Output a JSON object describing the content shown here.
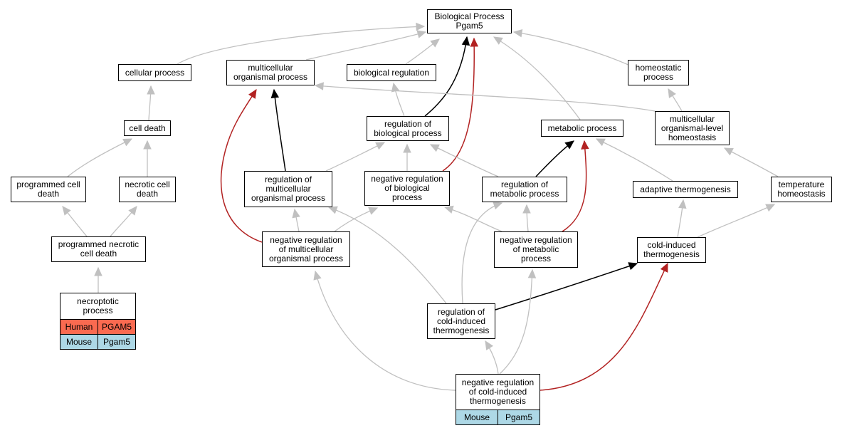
{
  "colors": {
    "edge_gray": "#c0c0c0",
    "edge_black": "#000000",
    "edge_red": "#b22222",
    "human_fill": "#fa6a50",
    "mouse_fill": "#add8e6"
  },
  "nodes": {
    "bio_process": "Biological Process\nPgam5",
    "cellular_process": "cellular process",
    "multicellular_organismal_process": "multicellular\norganismal process",
    "biological_regulation": "biological regulation",
    "homeostatic_process": "homeostatic\nprocess",
    "cell_death": "cell death",
    "regulation_of_biological_process": "regulation of\nbiological process",
    "metabolic_process": "metabolic process",
    "multicellular_organismal_level_homeostasis": "multicellular\norganismal-level\nhomeostasis",
    "programmed_cell_death": "programmed cell\ndeath",
    "necrotic_cell_death": "necrotic cell\ndeath",
    "regulation_of_multicellular_organismal_process": "regulation of\nmulticellular\norganismal process",
    "negative_regulation_of_biological_process": "negative regulation\nof biological\nprocess",
    "regulation_of_metabolic_process": "regulation of\nmetabolic process",
    "adaptive_thermogenesis": "adaptive thermogenesis",
    "temperature_homeostasis": "temperature\nhomeostasis",
    "programmed_necrotic_cell_death": "programmed necrotic\ncell death",
    "negative_regulation_of_multicellular_organismal_process": "negative regulation\nof multicellular\norganismal process",
    "negative_regulation_of_metabolic_process": "negative regulation\nof metabolic\nprocess",
    "cold_induced_thermogenesis": "cold-induced\nthermogenesis",
    "regulation_of_cold_induced_thermogenesis": "regulation of\ncold-induced\nthermogenesis"
  },
  "tables": {
    "necroptotic_process": {
      "title": "necroptotic\nprocess",
      "rows": [
        {
          "species": "Human",
          "gene": "PGAM5",
          "kind": "human"
        },
        {
          "species": "Mouse",
          "gene": "Pgam5",
          "kind": "mouse"
        }
      ]
    },
    "negative_regulation_of_cold_induced_thermogenesis": {
      "title": "negative regulation\nof cold-induced\nthermogenesis",
      "rows": [
        {
          "species": "Mouse",
          "gene": "Pgam5",
          "kind": "mouse"
        }
      ]
    }
  },
  "edges": [
    {
      "from": "cellular_process",
      "to": "bio_process",
      "color": "gray"
    },
    {
      "from": "multicellular_organismal_process",
      "to": "bio_process",
      "color": "gray"
    },
    {
      "from": "biological_regulation",
      "to": "bio_process",
      "color": "gray"
    },
    {
      "from": "homeostatic_process",
      "to": "bio_process",
      "color": "gray"
    },
    {
      "from": "metabolic_process",
      "to": "bio_process",
      "color": "gray"
    },
    {
      "from": "regulation_of_biological_process",
      "to": "bio_process",
      "color": "black"
    },
    {
      "from": "negative_regulation_of_biological_process",
      "to": "bio_process",
      "color": "red"
    },
    {
      "from": "cell_death",
      "to": "cellular_process",
      "color": "gray"
    },
    {
      "from": "programmed_cell_death",
      "to": "cell_death",
      "color": "gray"
    },
    {
      "from": "necrotic_cell_death",
      "to": "cell_death",
      "color": "gray"
    },
    {
      "from": "programmed_necrotic_cell_death",
      "to": "programmed_cell_death",
      "color": "gray"
    },
    {
      "from": "programmed_necrotic_cell_death",
      "to": "necrotic_cell_death",
      "color": "gray"
    },
    {
      "from": "necroptotic_process",
      "to": "programmed_necrotic_cell_death",
      "color": "gray"
    },
    {
      "from": "regulation_of_biological_process",
      "to": "biological_regulation",
      "color": "gray"
    },
    {
      "from": "multicellular_organismal_level_homeostasis",
      "to": "homeostatic_process",
      "color": "gray"
    },
    {
      "from": "multicellular_organismal_level_homeostasis",
      "to": "multicellular_organismal_process",
      "color": "gray"
    },
    {
      "from": "regulation_of_multicellular_organismal_process",
      "to": "multicellular_organismal_process",
      "color": "black"
    },
    {
      "from": "negative_regulation_of_multicellular_organismal_process",
      "to": "multicellular_organismal_process",
      "color": "red"
    },
    {
      "from": "regulation_of_multicellular_organismal_process",
      "to": "regulation_of_biological_process",
      "color": "gray"
    },
    {
      "from": "negative_regulation_of_biological_process",
      "to": "regulation_of_biological_process",
      "color": "gray"
    },
    {
      "from": "regulation_of_metabolic_process",
      "to": "regulation_of_biological_process",
      "color": "gray"
    },
    {
      "from": "regulation_of_metabolic_process",
      "to": "metabolic_process",
      "color": "black"
    },
    {
      "from": "negative_regulation_of_metabolic_process",
      "to": "metabolic_process",
      "color": "red"
    },
    {
      "from": "adaptive_thermogenesis",
      "to": "metabolic_process",
      "color": "gray"
    },
    {
      "from": "temperature_homeostasis",
      "to": "multicellular_organismal_level_homeostasis",
      "color": "gray"
    },
    {
      "from": "negative_regulation_of_multicellular_organismal_process",
      "to": "regulation_of_multicellular_organismal_process",
      "color": "gray"
    },
    {
      "from": "negative_regulation_of_multicellular_organismal_process",
      "to": "negative_regulation_of_biological_process",
      "color": "gray"
    },
    {
      "from": "negative_regulation_of_metabolic_process",
      "to": "regulation_of_metabolic_process",
      "color": "gray"
    },
    {
      "from": "negative_regulation_of_metabolic_process",
      "to": "negative_regulation_of_biological_process",
      "color": "gray"
    },
    {
      "from": "cold_induced_thermogenesis",
      "to": "adaptive_thermogenesis",
      "color": "gray"
    },
    {
      "from": "cold_induced_thermogenesis",
      "to": "temperature_homeostasis",
      "color": "gray"
    },
    {
      "from": "regulation_of_cold_induced_thermogenesis",
      "to": "regulation_of_multicellular_organismal_process",
      "color": "gray"
    },
    {
      "from": "regulation_of_cold_induced_thermogenesis",
      "to": "regulation_of_metabolic_process",
      "color": "gray"
    },
    {
      "from": "regulation_of_cold_induced_thermogenesis",
      "to": "cold_induced_thermogenesis",
      "color": "black"
    },
    {
      "from": "negative_regulation_of_cold_induced_thermogenesis",
      "to": "regulation_of_cold_induced_thermogenesis",
      "color": "gray"
    },
    {
      "from": "negative_regulation_of_cold_induced_thermogenesis",
      "to": "negative_regulation_of_multicellular_organismal_process",
      "color": "gray"
    },
    {
      "from": "negative_regulation_of_cold_induced_thermogenesis",
      "to": "negative_regulation_of_metabolic_process",
      "color": "gray"
    },
    {
      "from": "negative_regulation_of_cold_induced_thermogenesis",
      "to": "cold_induced_thermogenesis",
      "color": "red"
    }
  ]
}
